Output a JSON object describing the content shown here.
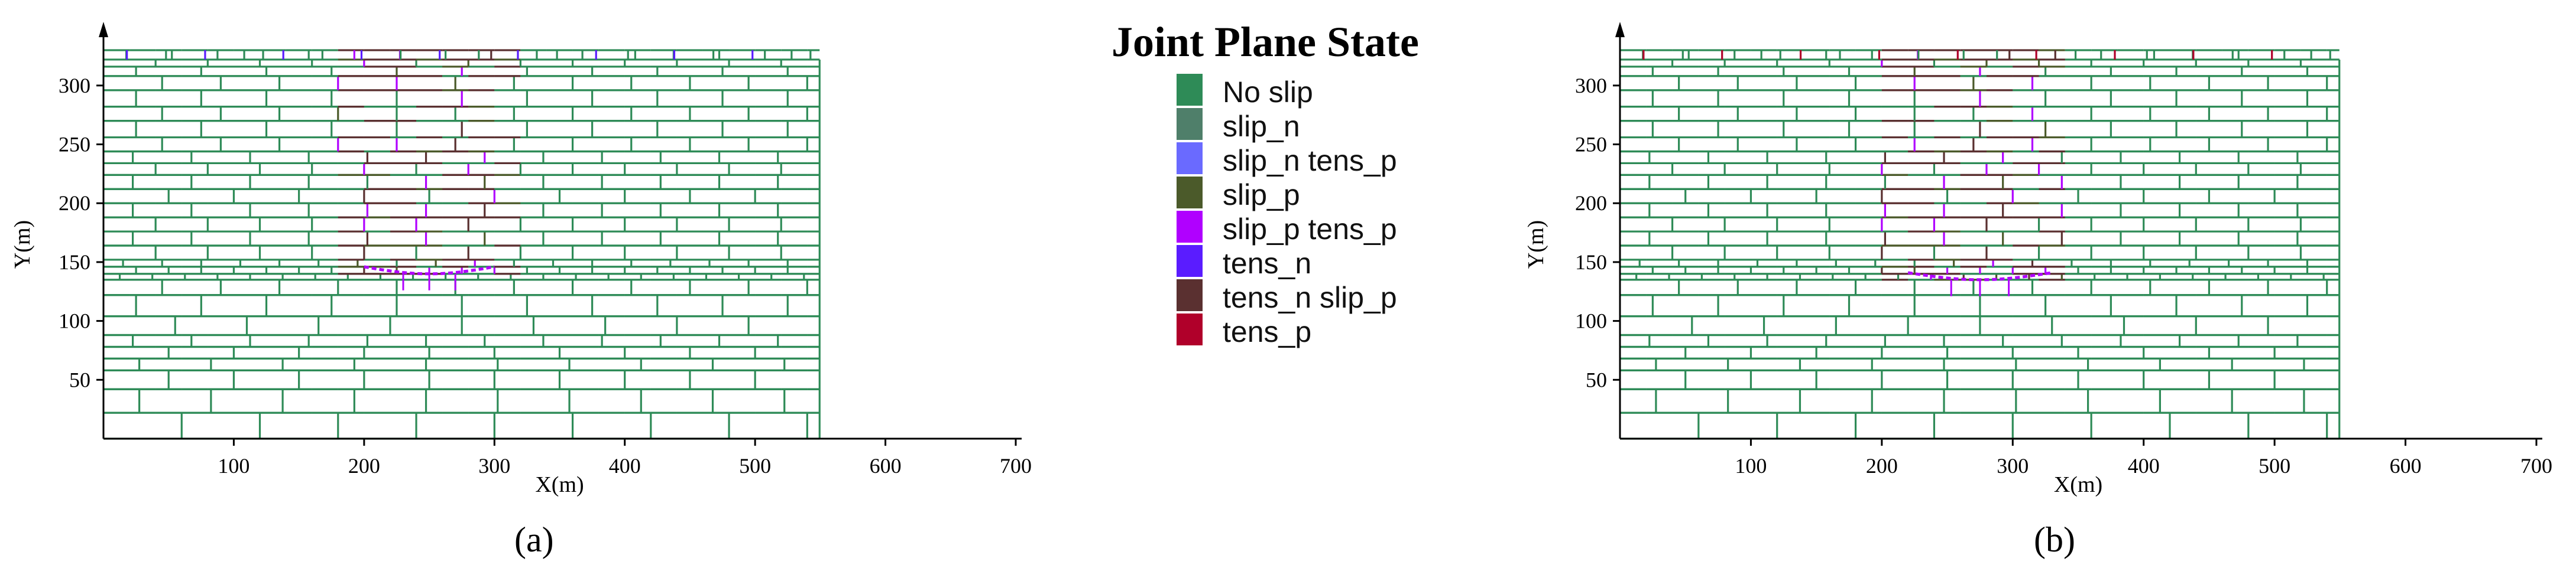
{
  "legend": {
    "title": "Joint Plane State",
    "items": [
      {
        "label": "No slip",
        "color": "#2e8b57"
      },
      {
        "label": "slip_n",
        "color": "#4f7f6a"
      },
      {
        "label": "slip_n tens_p",
        "color": "#6a6aff"
      },
      {
        "label": "slip_p",
        "color": "#4b5a2a"
      },
      {
        "label": "slip_p tens_p",
        "color": "#b000ff"
      },
      {
        "label": "tens_n",
        "color": "#5a1cff"
      },
      {
        "label": "tens_n slip_p",
        "color": "#5a3030"
      },
      {
        "label": "tens_p",
        "color": "#b0002a"
      }
    ]
  },
  "panels": [
    {
      "label": "(a)",
      "xlabel": "X(m)",
      "ylabel": "Y(m)",
      "xlim": [
        0,
        700
      ],
      "ylim": [
        0,
        330
      ],
      "xticks": [
        100,
        200,
        300,
        400,
        500,
        600,
        700
      ],
      "yticks": [
        50,
        100,
        150,
        200,
        250,
        300
      ],
      "disturbed_zone": {
        "x": [
          180,
          310
        ],
        "y": [
          140,
          330
        ]
      },
      "surface_ticks_color": "tens_n"
    },
    {
      "label": "(b)",
      "xlabel": "X(m)",
      "ylabel": "Y(m)",
      "xlim": [
        0,
        700
      ],
      "ylim": [
        0,
        330
      ],
      "xticks": [
        100,
        200,
        300,
        400,
        500,
        600,
        700
      ],
      "yticks": [
        50,
        100,
        150,
        200,
        250,
        300
      ],
      "disturbed_zone": {
        "x": [
          200,
          340
        ],
        "y": [
          135,
          330
        ]
      },
      "surface_ticks_color": "tens_p"
    }
  ]
}
